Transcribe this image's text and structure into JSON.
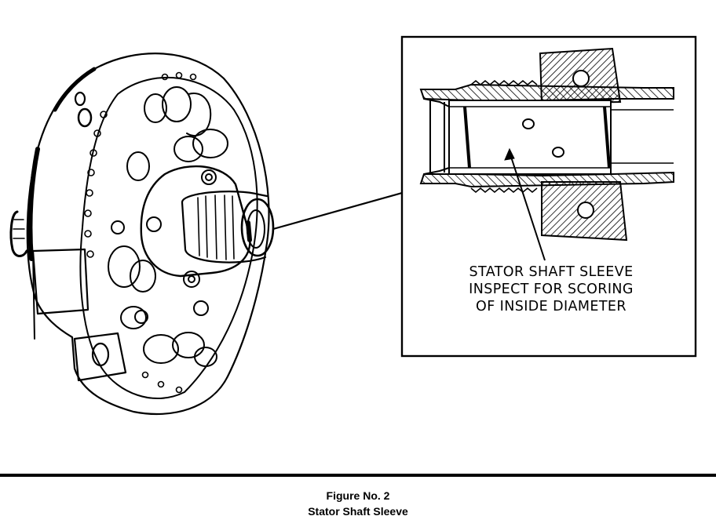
{
  "diagram": {
    "callout_label": {
      "line1": "STATOR SHAFT SLEEVE",
      "line2": "INSPECT FOR SCORING",
      "line3": "OF INSIDE DIAMETER"
    }
  },
  "caption": {
    "figure_number": "Figure No. 2",
    "title": "Stator Shaft Sleeve"
  }
}
